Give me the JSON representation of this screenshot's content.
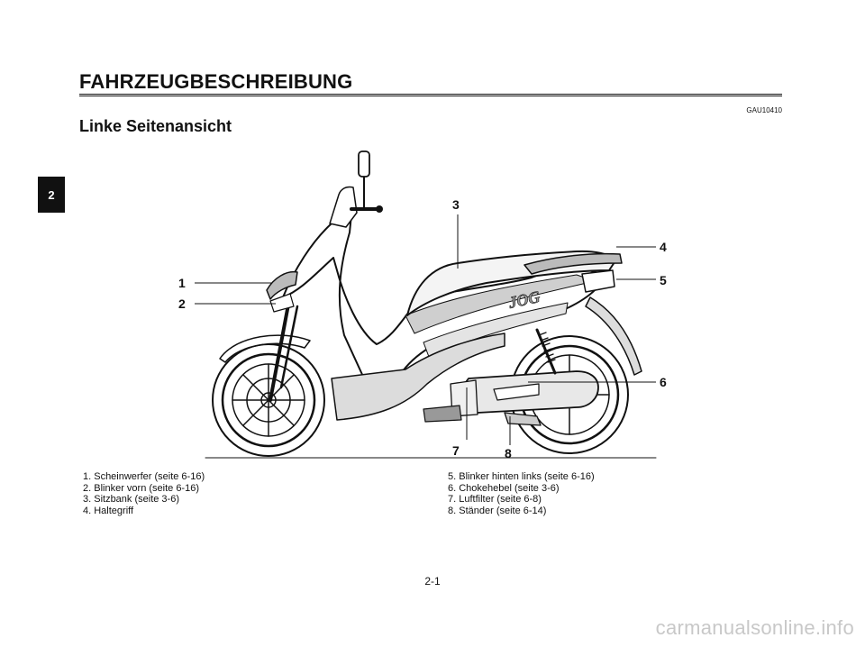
{
  "header": {
    "chapter_title": "FAHRZEUGBESCHREIBUNG",
    "doc_code": "GAU10410",
    "section_title": "Linke Seitenansicht",
    "chapter_tab": "2"
  },
  "illustration": {
    "callouts": [
      "1",
      "2",
      "3",
      "4",
      "5",
      "6",
      "7",
      "8"
    ],
    "tank_logo": "JOG"
  },
  "legend": {
    "left": [
      "1. Scheinwerfer (seite 6-16)",
      "2. Blinker vorn (seite 6-16)",
      "3. Sitzbank (seite 3-6)",
      "4. Haltegriff"
    ],
    "right": [
      "5. Blinker hinten links (seite 6-16)",
      "6. Chokehebel (seite 3-6)",
      "7. Luftfilter (seite 6-8)",
      "8. Ständer (seite 6-14)"
    ]
  },
  "footer": {
    "page_number": "2-1",
    "watermark": "carmanualsonline.info"
  }
}
